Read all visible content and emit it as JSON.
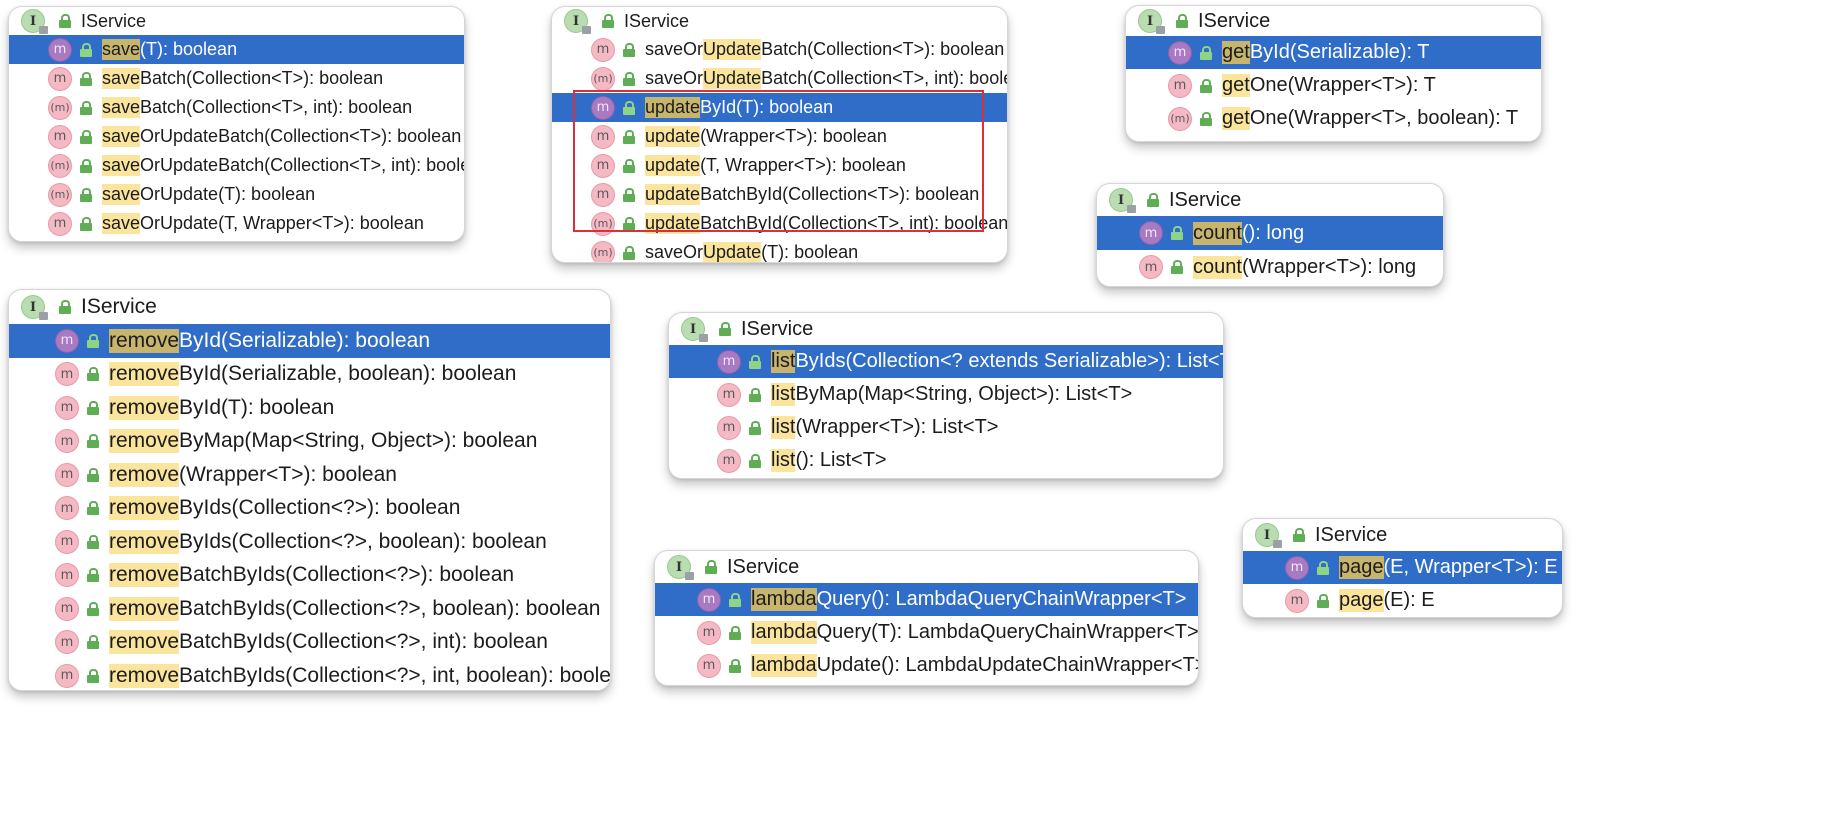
{
  "popups": [
    {
      "id": "p1",
      "title": "IService",
      "items": [
        {
          "prefix": "save",
          "rest": "(T): boolean",
          "abstract": false,
          "selected": true
        },
        {
          "prefix": "save",
          "rest": "Batch(Collection<T>): boolean",
          "abstract": false
        },
        {
          "prefix": "save",
          "rest": "Batch(Collection<T>, int): boolean",
          "abstract": true
        },
        {
          "prefix": "save",
          "rest": "OrUpdateBatch(Collection<T>): boolean",
          "abstract": false
        },
        {
          "prefix": "save",
          "rest": "OrUpdateBatch(Collection<T>, int): boolean",
          "abstract": true
        },
        {
          "prefix": "save",
          "rest": "OrUpdate(T): boolean",
          "abstract": true
        },
        {
          "prefix": "save",
          "rest": "OrUpdate(T, Wrapper<T>): boolean",
          "abstract": false
        }
      ]
    },
    {
      "id": "p2",
      "title": "IService",
      "items": [
        {
          "before": "saveOr",
          "prefix": "Update",
          "rest": "Batch(Collection<T>): boolean",
          "abstract": false
        },
        {
          "before": "saveOr",
          "prefix": "Update",
          "rest": "Batch(Collection<T>, int): boolean",
          "abstract": true
        },
        {
          "prefix": "update",
          "rest": "ById(T): boolean",
          "abstract": false,
          "selected": true
        },
        {
          "prefix": "update",
          "rest": "(Wrapper<T>): boolean",
          "abstract": false
        },
        {
          "prefix": "update",
          "rest": "(T, Wrapper<T>): boolean",
          "abstract": false
        },
        {
          "prefix": "update",
          "rest": "BatchById(Collection<T>): boolean",
          "abstract": false
        },
        {
          "prefix": "update",
          "rest": "BatchById(Collection<T>, int): boolean",
          "abstract": true
        },
        {
          "before": "saveOr",
          "prefix": "Update",
          "rest": "(T): boolean",
          "abstract": true
        }
      ]
    },
    {
      "id": "p3",
      "title": "IService",
      "items": [
        {
          "prefix": "get",
          "rest": "ById(Serializable): T",
          "abstract": false,
          "selected": true
        },
        {
          "prefix": "get",
          "rest": "One(Wrapper<T>): T",
          "abstract": false
        },
        {
          "prefix": "get",
          "rest": "One(Wrapper<T>, boolean): T",
          "abstract": true
        }
      ]
    },
    {
      "id": "p4",
      "title": "IService",
      "items": [
        {
          "prefix": "count",
          "rest": "(): long",
          "abstract": false,
          "selected": true
        },
        {
          "prefix": "count",
          "rest": "(Wrapper<T>): long",
          "abstract": false
        }
      ]
    },
    {
      "id": "p5",
      "title": "IService",
      "items": [
        {
          "prefix": "remove",
          "rest": "ById(Serializable): boolean",
          "abstract": false,
          "selected": true
        },
        {
          "prefix": "remove",
          "rest": "ById(Serializable, boolean): boolean",
          "abstract": false
        },
        {
          "prefix": "remove",
          "rest": "ById(T): boolean",
          "abstract": false
        },
        {
          "prefix": "remove",
          "rest": "ByMap(Map<String, Object>): boolean",
          "abstract": false
        },
        {
          "prefix": "remove",
          "rest": "(Wrapper<T>): boolean",
          "abstract": false
        },
        {
          "prefix": "remove",
          "rest": "ByIds(Collection<?>): boolean",
          "abstract": false
        },
        {
          "prefix": "remove",
          "rest": "ByIds(Collection<?>, boolean): boolean",
          "abstract": false
        },
        {
          "prefix": "remove",
          "rest": "BatchByIds(Collection<?>): boolean",
          "abstract": false
        },
        {
          "prefix": "remove",
          "rest": "BatchByIds(Collection<?>, boolean): boolean",
          "abstract": false
        },
        {
          "prefix": "remove",
          "rest": "BatchByIds(Collection<?>, int): boolean",
          "abstract": false
        },
        {
          "prefix": "remove",
          "rest": "BatchByIds(Collection<?>, int, boolean): boolean",
          "abstract": false
        }
      ]
    },
    {
      "id": "p6",
      "title": "IService",
      "items": [
        {
          "prefix": "list",
          "rest": "ByIds(Collection<? extends Serializable>): List<T>",
          "abstract": false,
          "selected": true
        },
        {
          "prefix": "list",
          "rest": "ByMap(Map<String, Object>): List<T>",
          "abstract": false
        },
        {
          "prefix": "list",
          "rest": "(Wrapper<T>): List<T>",
          "abstract": false
        },
        {
          "prefix": "list",
          "rest": "(): List<T>",
          "abstract": false
        }
      ]
    },
    {
      "id": "p7",
      "title": "IService",
      "items": [
        {
          "prefix": "lambda",
          "rest": "Query(): LambdaQueryChainWrapper<T>",
          "abstract": false,
          "selected": true
        },
        {
          "prefix": "lambda",
          "rest": "Query(T): LambdaQueryChainWrapper<T>",
          "abstract": false
        },
        {
          "prefix": "lambda",
          "rest": "Update(): LambdaUpdateChainWrapper<T>",
          "abstract": false
        }
      ]
    },
    {
      "id": "p8",
      "title": "IService",
      "items": [
        {
          "prefix": "page",
          "rest": "(E, Wrapper<T>): E",
          "abstract": false,
          "selected": true
        },
        {
          "prefix": "page",
          "rest": "(E): E",
          "abstract": false
        }
      ]
    }
  ],
  "icons": {
    "interface": "I",
    "method": "m",
    "abstract_method": "(m)"
  },
  "colors": {
    "selection": "#2f6dc8",
    "match_highlight": "#fbe49b",
    "annotation_box": "#d9303a"
  }
}
